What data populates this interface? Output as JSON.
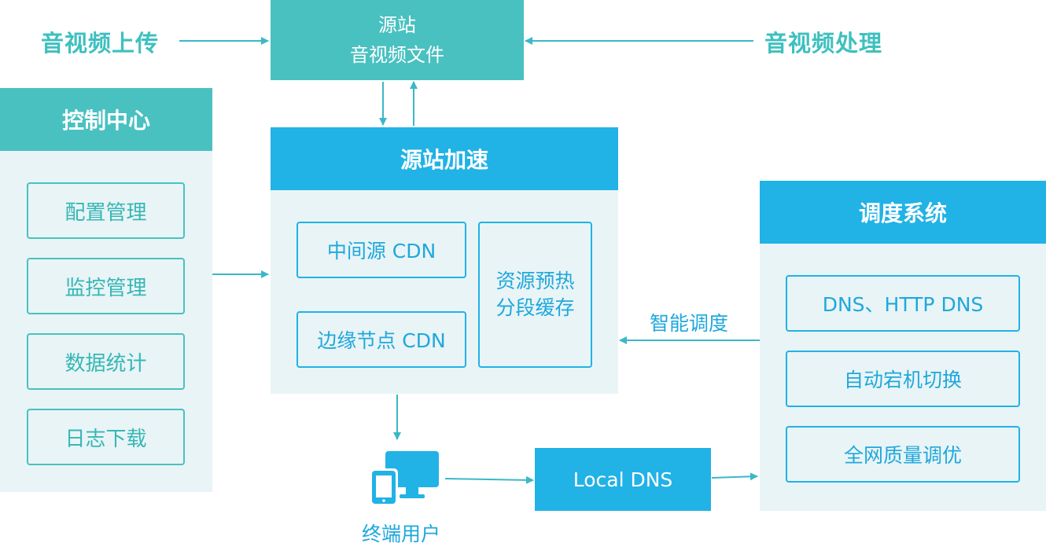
{
  "top": {
    "upload_label": "音视频上传",
    "processing_label": "音视频处理",
    "origin_line1": "源站",
    "origin_line2": "音视频文件"
  },
  "control_center": {
    "title": "控制中心",
    "items": [
      "配置管理",
      "监控管理",
      "数据统计",
      "日志下载"
    ]
  },
  "origin_acceleration": {
    "title": "源站加速",
    "mid_cdn": "中间源 CDN",
    "edge_cdn": "边缘节点 CDN",
    "prewarm_line1": "资源预热",
    "prewarm_line2": "分段缓存"
  },
  "scheduling": {
    "title": "调度系统",
    "items": [
      "DNS、HTTP DNS",
      "自动宕机切换",
      "全网质量调优"
    ],
    "arrow_label": "智能调度"
  },
  "user": {
    "label": "终端用户",
    "local_dns": "Local DNS"
  },
  "colors": {
    "teal": "#49c1c0",
    "blue": "#21b2e6",
    "panel": "#e9f4f6",
    "arrow": "#3ab8c8"
  }
}
